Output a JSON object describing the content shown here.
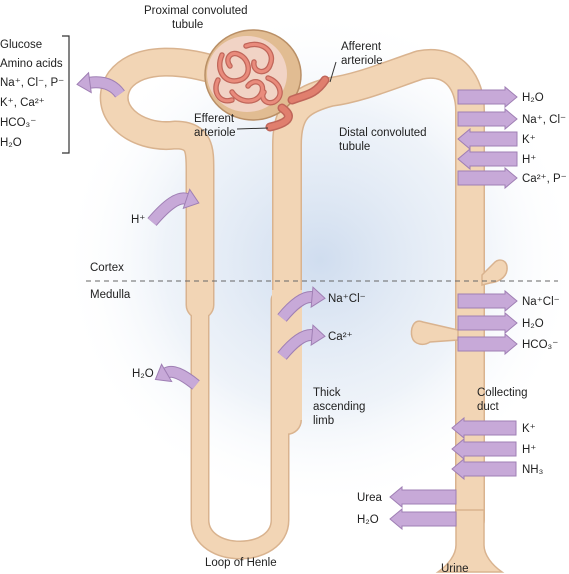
{
  "labels": {
    "pct": [
      "Proximal convoluted",
      "tubule"
    ],
    "afferent": [
      "Afferent",
      "arteriole"
    ],
    "efferent": [
      "Efferent",
      "arteriole"
    ],
    "dct": [
      "Distal convoluted",
      "tubule"
    ],
    "cortex": "Cortex",
    "medulla": "Medulla",
    "thick": [
      "Thick",
      "ascending",
      "limb"
    ],
    "loop": "Loop of Henle",
    "collecting": [
      "Collecting",
      "duct"
    ],
    "urine": "Urine"
  },
  "pct_reabsorbed": [
    "Glucose",
    "Amino acids",
    "Na⁺, Cl⁻, P⁻",
    "K⁺, Ca²⁺",
    "HCO₃⁻",
    "H₂O"
  ],
  "pct_secreted": "H⁺",
  "descending_out": "H₂O",
  "thick_limb_out": [
    "Na⁺Cl⁻",
    "Ca²⁺"
  ],
  "dct_arrows": [
    {
      "label": "H₂O",
      "dir": "out"
    },
    {
      "label": "Na⁺, Cl⁻",
      "dir": "out"
    },
    {
      "label": "K⁺",
      "dir": "in"
    },
    {
      "label": "H⁺",
      "dir": "in"
    },
    {
      "label": "Ca²⁺, P⁻",
      "dir": "out"
    }
  ],
  "cd_upper_arrows": [
    {
      "label": "Na⁺Cl⁻",
      "dir": "out"
    },
    {
      "label": "H₂O",
      "dir": "out"
    },
    {
      "label": "HCO₃⁻",
      "dir": "out"
    }
  ],
  "cd_lower_arrows": [
    {
      "label": "K⁺",
      "dir": "in"
    },
    {
      "label": "H⁺",
      "dir": "in"
    },
    {
      "label": "NH₃",
      "dir": "in"
    }
  ],
  "cd_left_out": [
    "Urea",
    "H₂O"
  ],
  "colors": {
    "tubule": "#f2d5b5",
    "tubule_edge": "#d9b38f",
    "arrow": "#c7a9d8",
    "arrow_edge": "#9f7fb4",
    "glom_vessel": "#e07f6e",
    "capsule": "#d9b48a",
    "shade": "#dde7f3"
  }
}
